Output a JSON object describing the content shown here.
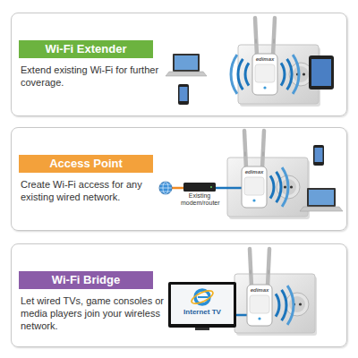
{
  "diagram": {
    "nodes": [
      {
        "text": [
          "Wi-Fi Extender",
          "Extend existing Wi-Fi for further coverage."
        ]
      },
      {
        "text": [
          "Access Point",
          "Create Wi-Fi access for any existing wired network."
        ]
      },
      {
        "text": [
          "Wi-Fi Bridge",
          "Let wired TVs, game consoles or media players join your wireless network."
        ]
      }
    ],
    "labels": [
      "edimax",
      "Existing modem/router",
      "edimax",
      "Internet TV",
      "edimax"
    ]
  }
}
